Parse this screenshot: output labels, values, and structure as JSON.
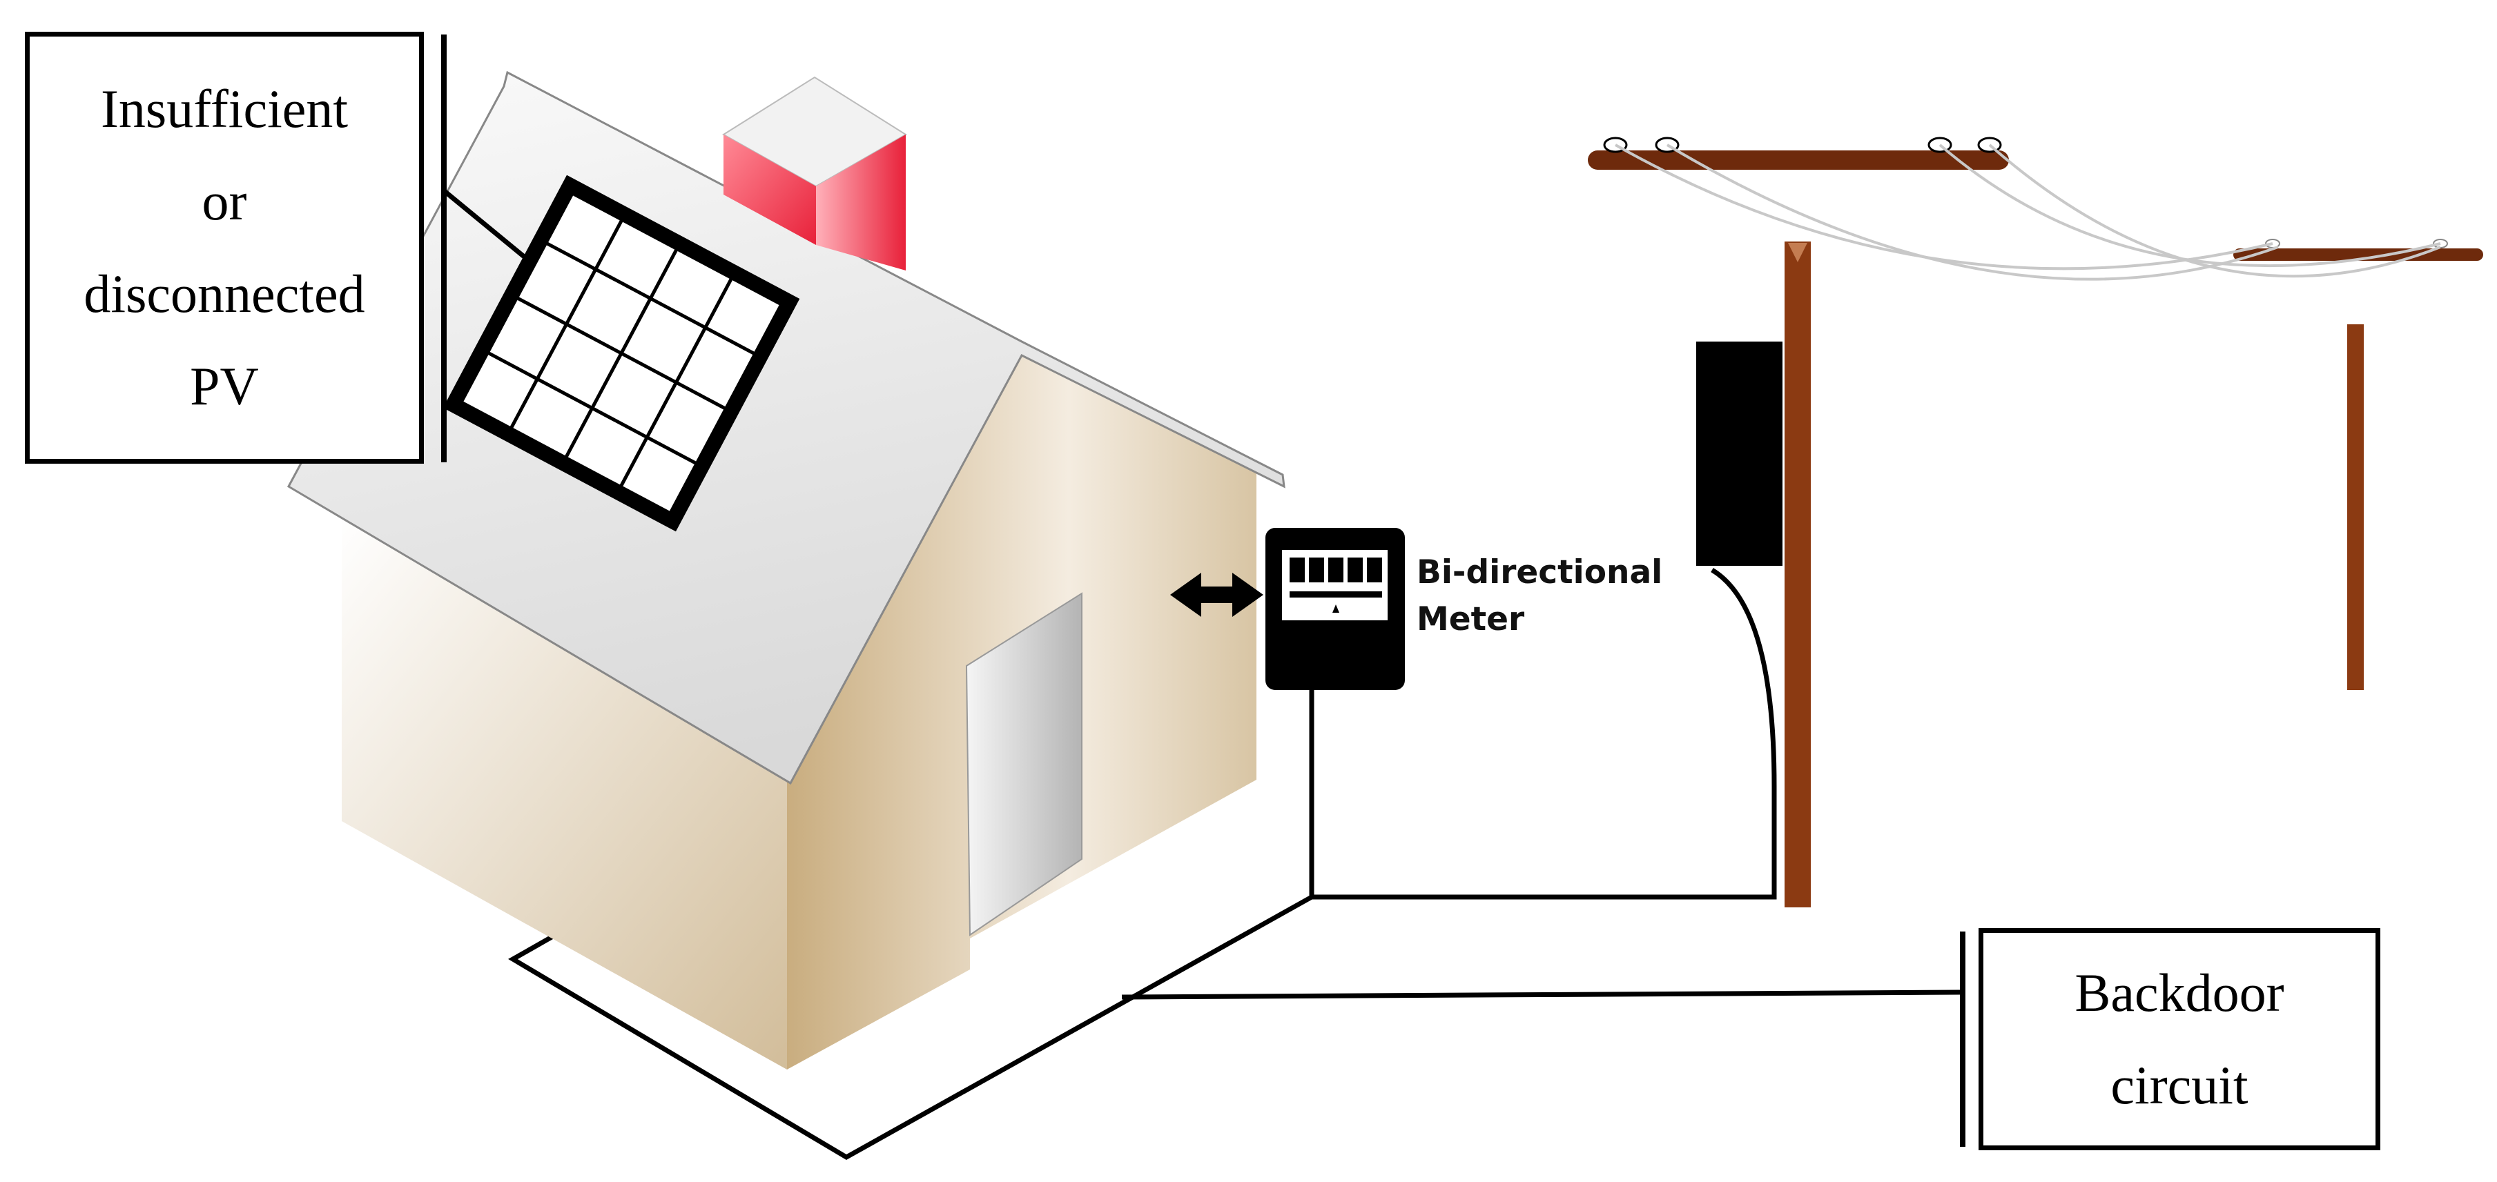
{
  "labels": {
    "pv_box": [
      "Insufficient",
      "or",
      "disconnected",
      "PV"
    ],
    "meter": [
      "Bi-directional",
      "Meter"
    ],
    "backdoor_box": [
      "Backdoor",
      "circuit"
    ]
  },
  "icons": {
    "house": "house-icon",
    "solar_panel": "solar-panel-icon",
    "meter": "bidirectional-meter-icon",
    "arrow": "double-arrow-icon",
    "transformer": "transformer-icon",
    "pole": "utility-pole-icon"
  },
  "colors": {
    "pole": "#8B3A12",
    "chimney": "#E8213A",
    "line": "#000000"
  }
}
